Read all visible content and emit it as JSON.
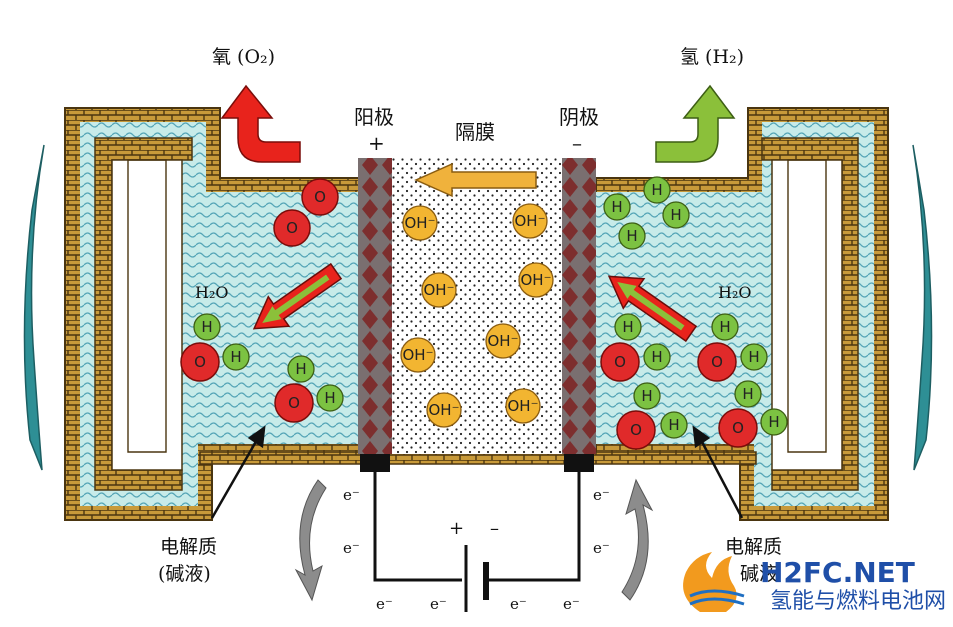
{
  "labels": {
    "oxygen": "氧 (O₂)",
    "hydrogen": "氢 (H₂)",
    "anode": "阳极",
    "anode_sign": "+",
    "cathode": "阴极",
    "cathode_sign": "–",
    "membrane": "隔膜",
    "water_left": "H₂O",
    "water_right": "H₂O",
    "electrolyte_left_line1": "电解质",
    "electrolyte_left_line2": "(碱液)",
    "electrolyte_right_line1": "电解质",
    "electrolyte_right_line2": "碱液",
    "battery_plus": "+",
    "battery_minus": "–",
    "electron": "e⁻",
    "hydroxide": "OH⁻",
    "atom_o": "O",
    "atom_h": "H"
  },
  "watermark": {
    "site": "H2FC.NET",
    "name": "氢能与燃料电池网"
  },
  "colors": {
    "electrolyte": "#bfe6e6",
    "wave": "#5aa9b8",
    "brick": "#c69a3c",
    "electrode": "#7a4a4a",
    "oxygen_atom": "#e02a2a",
    "hydrogen_atom": "#7cc242",
    "hydroxide": "#f2b531",
    "arrow_red": "#e8231c",
    "arrow_green": "#8bc03a",
    "arrow_orange": "#f0b23c"
  }
}
